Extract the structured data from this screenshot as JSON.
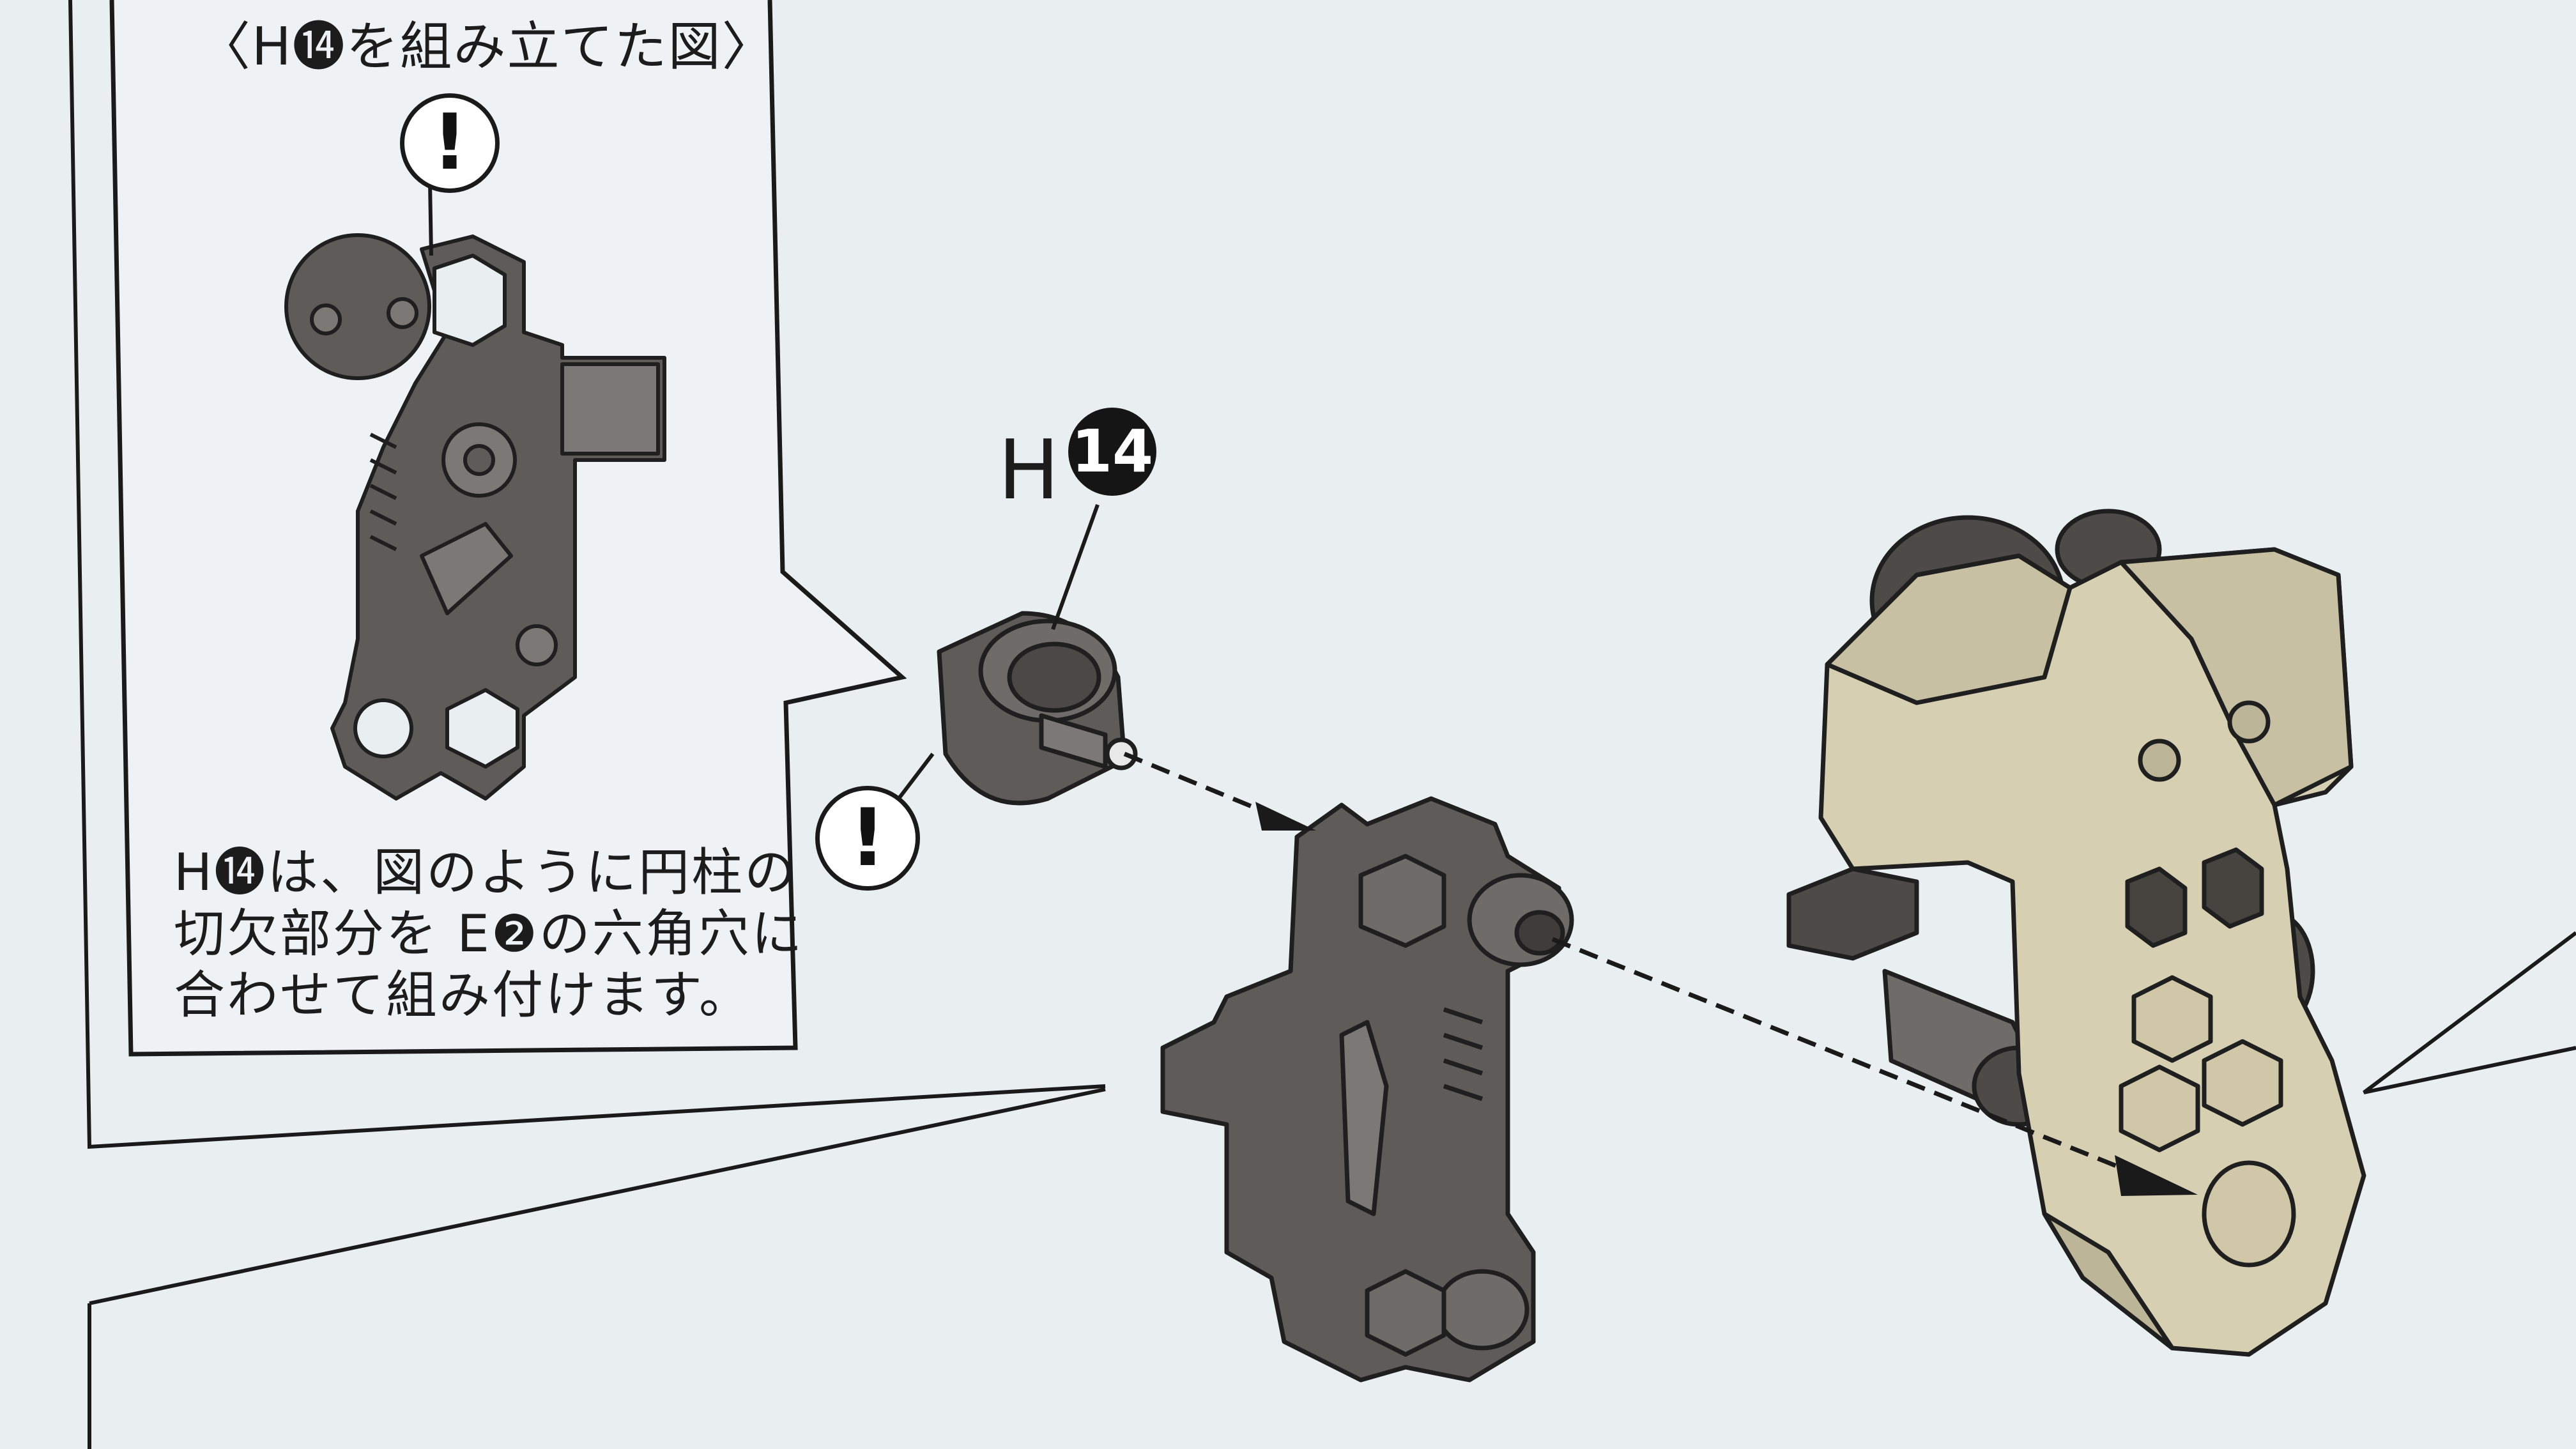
{
  "inset": {
    "title": "〈H⓮を組み立てた図〉",
    "note_lines": [
      "H⓮は、図のように円柱の",
      "切欠部分を E❷の六角穴に",
      "合わせて組み付けます。"
    ]
  },
  "part_label": {
    "letter": "H",
    "number": "14"
  },
  "warning_mark": "!",
  "colors": {
    "paper": "#e9eef0",
    "line": "#1a1a1a",
    "part_gray": "#5e5c59",
    "part_gray_light": "#7b7975",
    "part_tan": "#d6cfb2",
    "part_tan_shade": "#bdb597"
  }
}
